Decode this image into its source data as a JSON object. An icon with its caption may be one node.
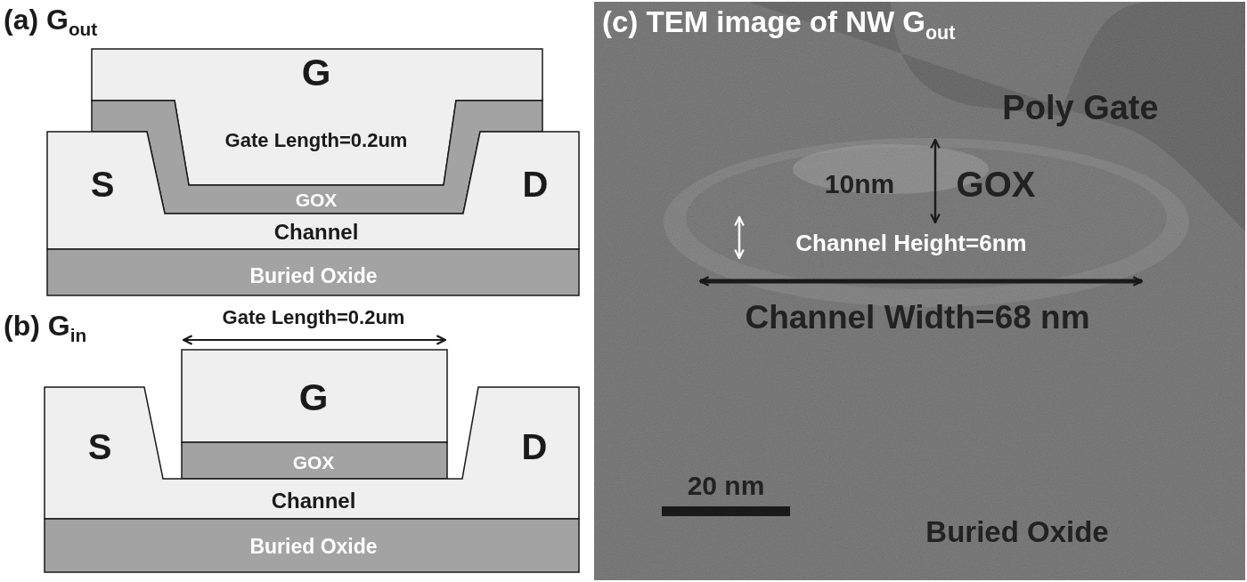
{
  "diagram": {
    "nodes": [
      {
        "text": [
          "G"
        ]
      },
      {
        "text": [
          "GOX"
        ]
      },
      {
        "text": [
          "S",
          "D",
          "Channel"
        ]
      },
      {
        "text": [
          "Buried Oxide"
        ]
      },
      {
        "text": [
          "G"
        ]
      },
      {
        "text": [
          "GOX"
        ]
      },
      {
        "text": [
          "S",
          "D",
          "Channel"
        ]
      },
      {
        "text": [
          "Buried Oxide"
        ]
      }
    ],
    "labels": [
      "(a) G$_{out}$",
      "Gate Length=0.2um",
      "(b) G$_{in}$",
      "Gate Length=0.2um",
      "(c) TEM image of NW G$_{out}$",
      "Poly Gate",
      "10nm",
      "GOX",
      "Channel Height=6nm",
      "Channel Width=68 nm",
      "20 nm",
      "Buried Oxide"
    ]
  }
}
